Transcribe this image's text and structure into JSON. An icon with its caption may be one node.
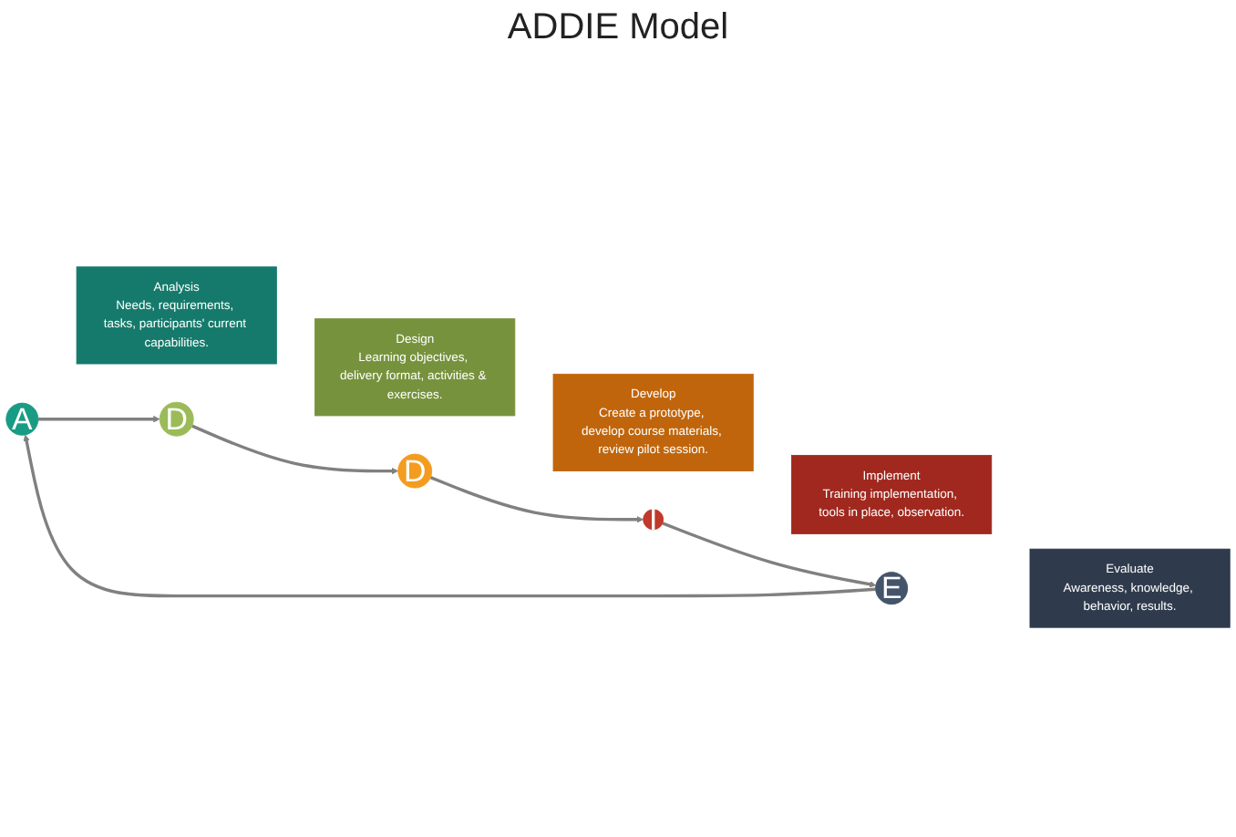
{
  "diagram": {
    "title": "ADDIE Model",
    "nodes": [
      {
        "text": [
          "A"
        ]
      },
      {
        "text": [
          "Analysis",
          "Needs, requirements, tasks, participants' current capabilities."
        ]
      },
      {
        "text": [
          "D"
        ]
      },
      {
        "text": [
          "Design",
          "Learning objectives, delivery format, activities & exercises."
        ]
      },
      {
        "text": [
          "D"
        ]
      },
      {
        "text": [
          "Develop",
          "Create a prototype, develop course materials, review pilot session."
        ]
      },
      {
        "text": [
          "I"
        ]
      },
      {
        "text": [
          "Implement",
          "Training implementation, tools in place, observation."
        ]
      },
      {
        "text": [
          "E"
        ]
      },
      {
        "text": [
          "Evaluate",
          "Awareness, knowledge, behavior, results."
        ]
      }
    ],
    "edges": [
      {
        "from": 0,
        "to": 2,
        "arrow": "to"
      },
      {
        "from": 2,
        "to": 4,
        "arrow": "to"
      },
      {
        "from": 4,
        "to": 6,
        "arrow": "to"
      },
      {
        "from": 6,
        "to": 8,
        "arrow": "to"
      },
      {
        "from": 8,
        "to": 0,
        "arrow": "to"
      }
    ]
  }
}
